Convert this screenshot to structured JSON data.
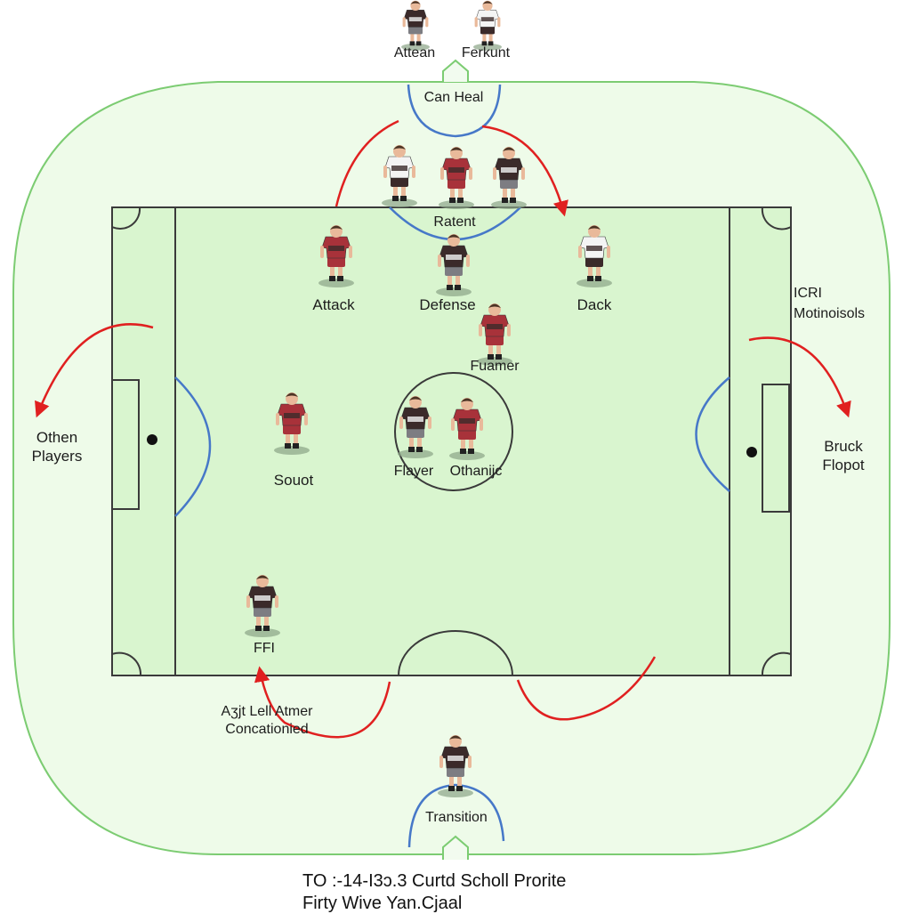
{
  "diagram": {
    "colors": {
      "pitch": "#d9f5cf",
      "surround": "#eefbe9",
      "surround_stroke": "#7ccc72",
      "lines": "#3a3a3a",
      "arcs": "#4678c8",
      "arrows": "#e02020",
      "kit_dark": "#3b2a2a",
      "kit_red": "#a8323a",
      "kit_white": "#f4f4f4",
      "skin": "#e9b99a",
      "shorts_grey": "#7d7d82"
    },
    "labels": {
      "top_left": "Attean",
      "top_right": "Ferkunt",
      "top_goal": "Can Heal",
      "center_top": "Ratent",
      "attack": "Attack",
      "defense": "Defense",
      "dack": "Dack",
      "fuamer": "Fuamer",
      "right_note_1": "ICRI",
      "right_note_2": "Motinoisols",
      "left_side": "Othen\nPlayers",
      "right_side": "Bruck\nFlopot",
      "souot": "Souot",
      "center_left": "Flayer",
      "center_right": "Othanijc",
      "ffi": "FFI",
      "bottom_left": "Aʒjt Lell Atmer\nConcationied",
      "bottom_goal": "Transition"
    },
    "caption": {
      "line1": "TO :-14-I3ɔ.3 Curtd Scholl Prorite",
      "line2": "Firty Wive Yan.Cjaal"
    },
    "players": [
      {
        "role": "top-left",
        "kit": "dark"
      },
      {
        "role": "top-right",
        "kit": "white"
      },
      {
        "role": "box-top-1",
        "kit": "white"
      },
      {
        "role": "box-top-2",
        "kit": "red"
      },
      {
        "role": "box-top-3",
        "kit": "dark"
      },
      {
        "role": "attack",
        "kit": "red"
      },
      {
        "role": "defense",
        "kit": "dark"
      },
      {
        "role": "dack",
        "kit": "white"
      },
      {
        "role": "fuamer",
        "kit": "red"
      },
      {
        "role": "souot",
        "kit": "red"
      },
      {
        "role": "flayer",
        "kit": "dark"
      },
      {
        "role": "othanijc",
        "kit": "red"
      },
      {
        "role": "ffi",
        "kit": "dark"
      },
      {
        "role": "transition",
        "kit": "dark"
      }
    ]
  }
}
